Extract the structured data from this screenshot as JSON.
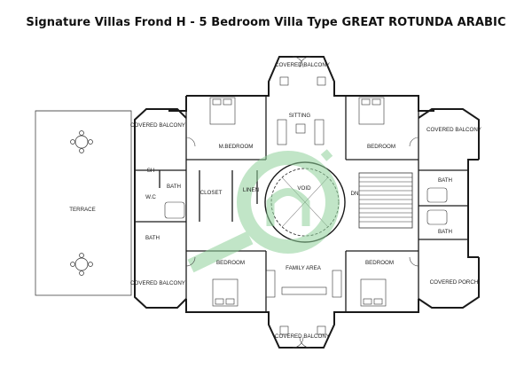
{
  "title": "Signature Villas Frond H - 5 Bedroom Villa Type GREAT ROTUNDA ARABIC",
  "rooms": {
    "covered_balcony_top": "COVERED BALCONY",
    "covered_balcony_bottom": "COVERED BALCONY",
    "covered_balcony_left_top": "COVERED BALCONY",
    "covered_balcony_left_bottom": "COVERED BALCONY",
    "covered_balcony_right_top": "COVERED BALCONY",
    "covered_porch": "COVERED PORCH",
    "sitting": "SITTING",
    "m_bedroom": "M.BEDROOM",
    "bedroom_tr": "BEDROOM",
    "bedroom_bl": "BEDROOM",
    "bedroom_br": "BEDROOM",
    "family_area": "FAMILY AREA",
    "terrace": "TERRACE",
    "void": "VOID",
    "dn": "DN",
    "closet": "CLOSET",
    "linen": "LINEN",
    "sh": "SH",
    "wc": "W.C",
    "bath_master": "BATH",
    "bath_left": "BATH",
    "bath_right_top": "BATH",
    "bath_right_bottom": "BATH"
  },
  "colors": {
    "wall": "#1a1a1a",
    "watermark": "#8fd19a"
  }
}
